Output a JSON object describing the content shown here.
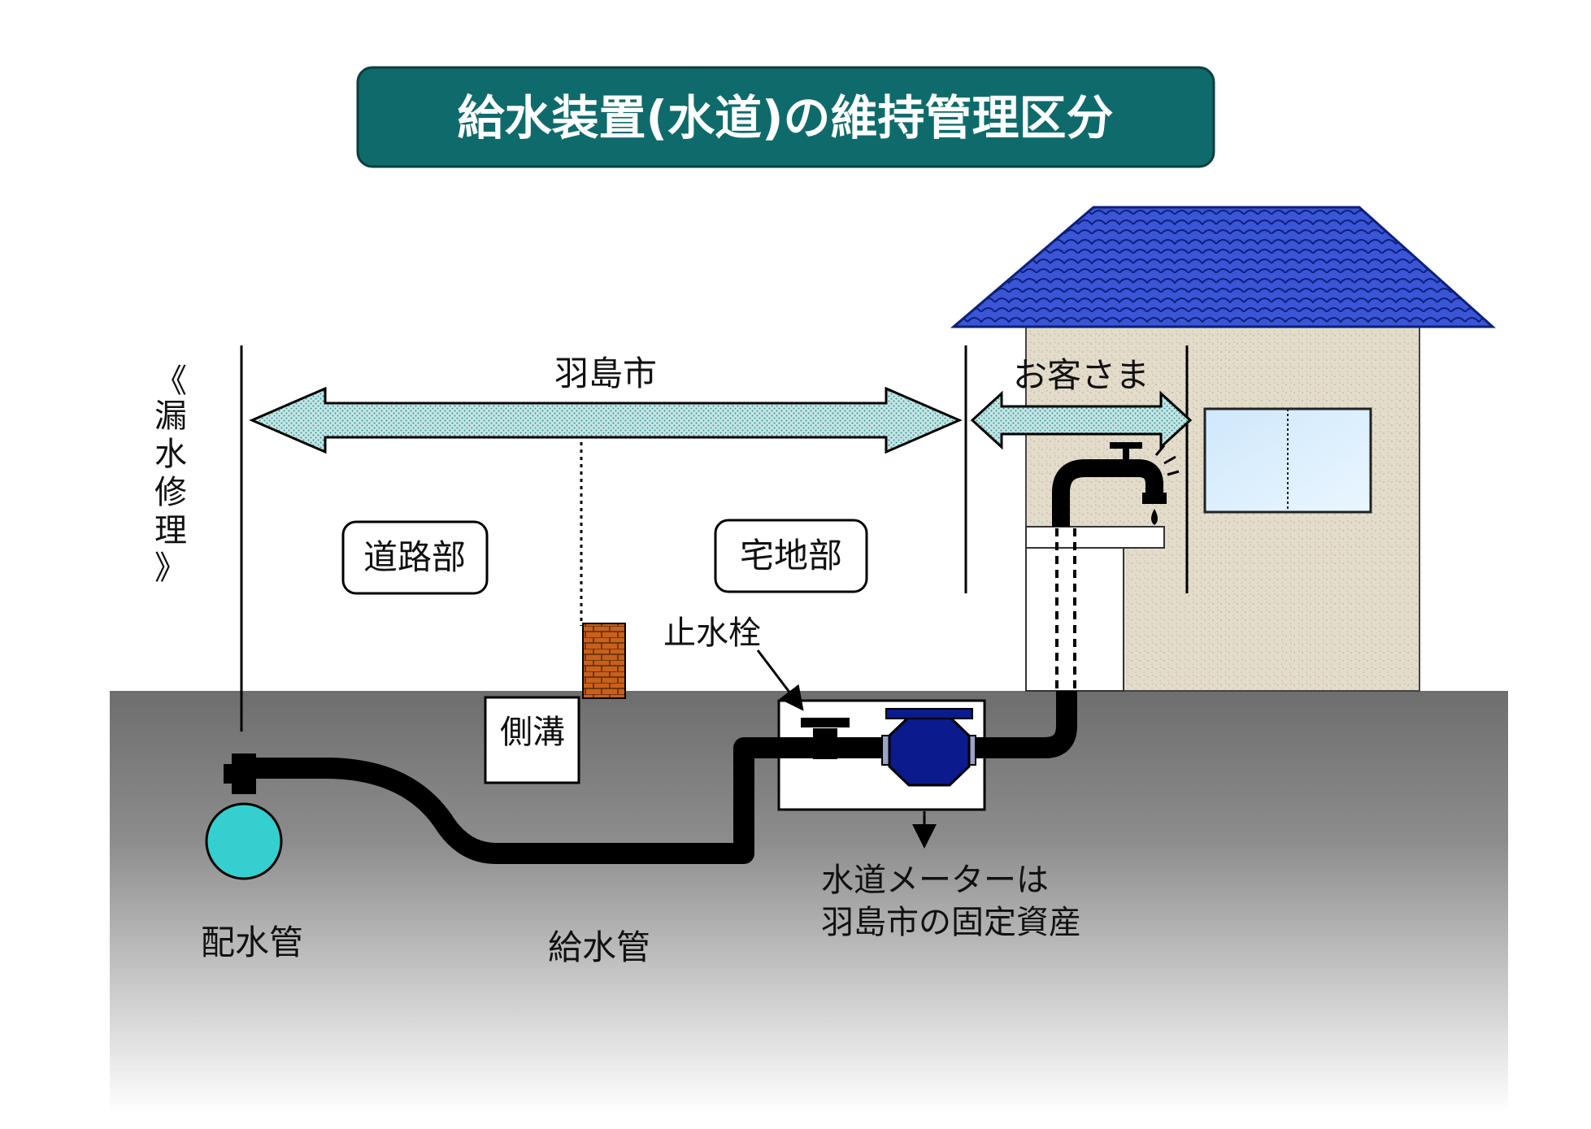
{
  "title": "給水装置(水道)の維持管理区分",
  "side_note": [
    "《",
    "漏",
    "水",
    "修",
    "理",
    "》"
  ],
  "responsibility": {
    "city_label": "羽島市",
    "customer_label": "お客さま"
  },
  "zones": {
    "road": "道路部",
    "residential": "宅地部"
  },
  "parts": {
    "gutter": "側溝",
    "stop_valve": "止水栓",
    "distribution_pipe": "配水管",
    "service_pipe": "給水管"
  },
  "meter_note": [
    "水道メーターは",
    "羽島市の固定資産"
  ],
  "colors": {
    "title_bg": "#0f6b6b",
    "roof": "#3a55d6",
    "wall": "#e3dccb",
    "ground_top": "#6e6e6e",
    "ground_bottom": "#ffffff",
    "arrow_fill": "#bfe3e3",
    "pipe": "#000000",
    "main_pipe": "#35cfcf",
    "meter": "#0b1a8c",
    "brick": "#c8601c",
    "window": "#d6ecfb"
  }
}
